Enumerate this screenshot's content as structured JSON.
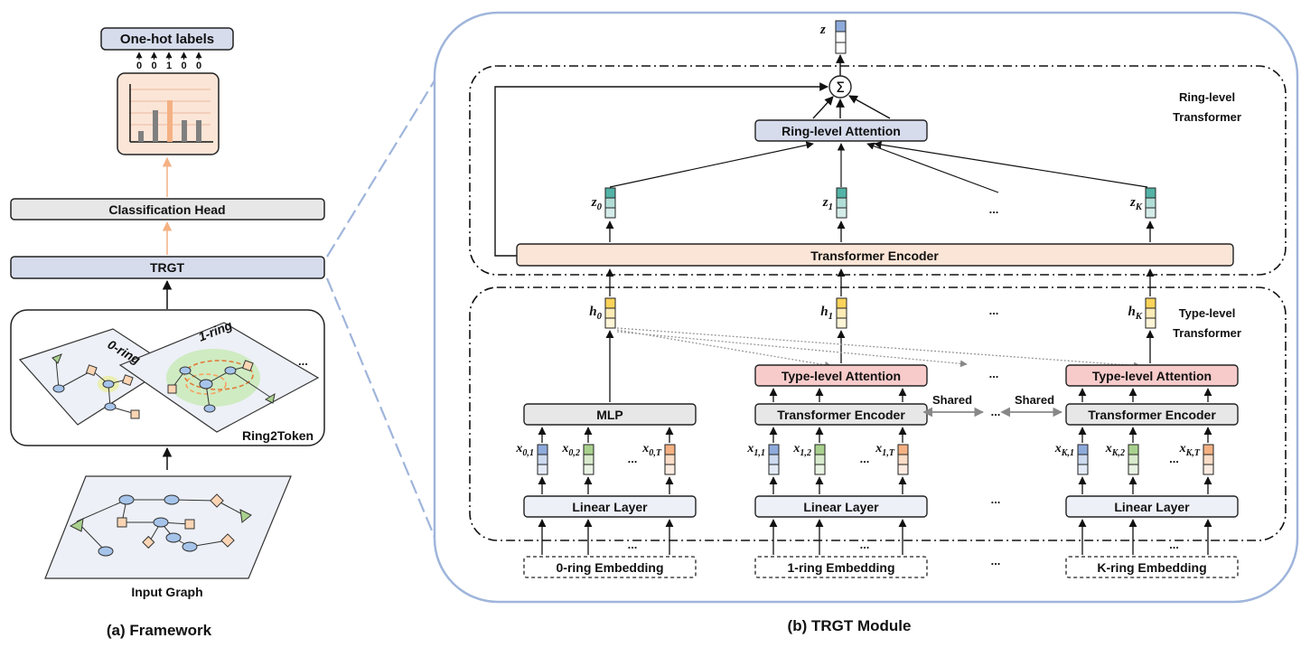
{
  "framework": {
    "caption": "(a)  Framework",
    "onehot_label": "One-hot labels",
    "onehot_bits": [
      "0",
      "0",
      "1",
      "0",
      "0"
    ],
    "classification_head": "Classification Head",
    "trgt": "TRGT",
    "ring2token": "Ring2Token",
    "ring0": "0-ring",
    "ring1": "1-ring",
    "ellipsis": "...",
    "input_graph": "Input Graph"
  },
  "module": {
    "caption": "(b)  TRGT Module",
    "ring_level_group": [
      "Ring-level",
      "Transformer"
    ],
    "type_level_group": [
      "Type-level",
      "Transformer"
    ],
    "sum_symbol": "Σ",
    "ring_attention": "Ring-level Attention",
    "transformer_encoder": "Transformer Encoder",
    "type_attention": "Type-level Attention",
    "mlp": "MLP",
    "linear_layer": "Linear Layer",
    "shared": "Shared",
    "ellipsis": "...",
    "embeddings": [
      "0-ring Embedding",
      "1-ring Embedding",
      "K-ring Embedding"
    ],
    "z_main": "z",
    "z_tokens": [
      {
        "base": "z",
        "sub": "0"
      },
      {
        "base": "z",
        "sub": "1"
      },
      {
        "base": "z",
        "sub": "K"
      }
    ],
    "h_tokens": [
      {
        "base": "h",
        "sub": "0"
      },
      {
        "base": "h",
        "sub": "1"
      },
      {
        "base": "h",
        "sub": "K"
      }
    ],
    "x_tokens": [
      [
        {
          "base": "x",
          "sub": "0,1"
        },
        {
          "base": "x",
          "sub": "0,2"
        },
        {
          "base": "x",
          "sub": "0,T"
        }
      ],
      [
        {
          "base": "x",
          "sub": "1,1"
        },
        {
          "base": "x",
          "sub": "1,2"
        },
        {
          "base": "x",
          "sub": "1,T"
        }
      ],
      [
        {
          "base": "x",
          "sub": "K,1"
        },
        {
          "base": "x",
          "sub": "K,2"
        },
        {
          "base": "x",
          "sub": "K,T"
        }
      ]
    ]
  },
  "colors": {
    "blue_box": "#d6dcec",
    "gray_box": "#e7e7e7",
    "peach_box": "#fbe5d6",
    "pink_box": "#f8cbcb",
    "light_box": "#edf0f6",
    "teal_token": "#53b3a6",
    "yellow_token": "#fbd35a",
    "blue_token": "#8eaadb",
    "green_token": "#a9d18e",
    "orange_token": "#f4b183",
    "orange_arrow": "#f4b183",
    "panel_outline": "#9fb5db"
  }
}
